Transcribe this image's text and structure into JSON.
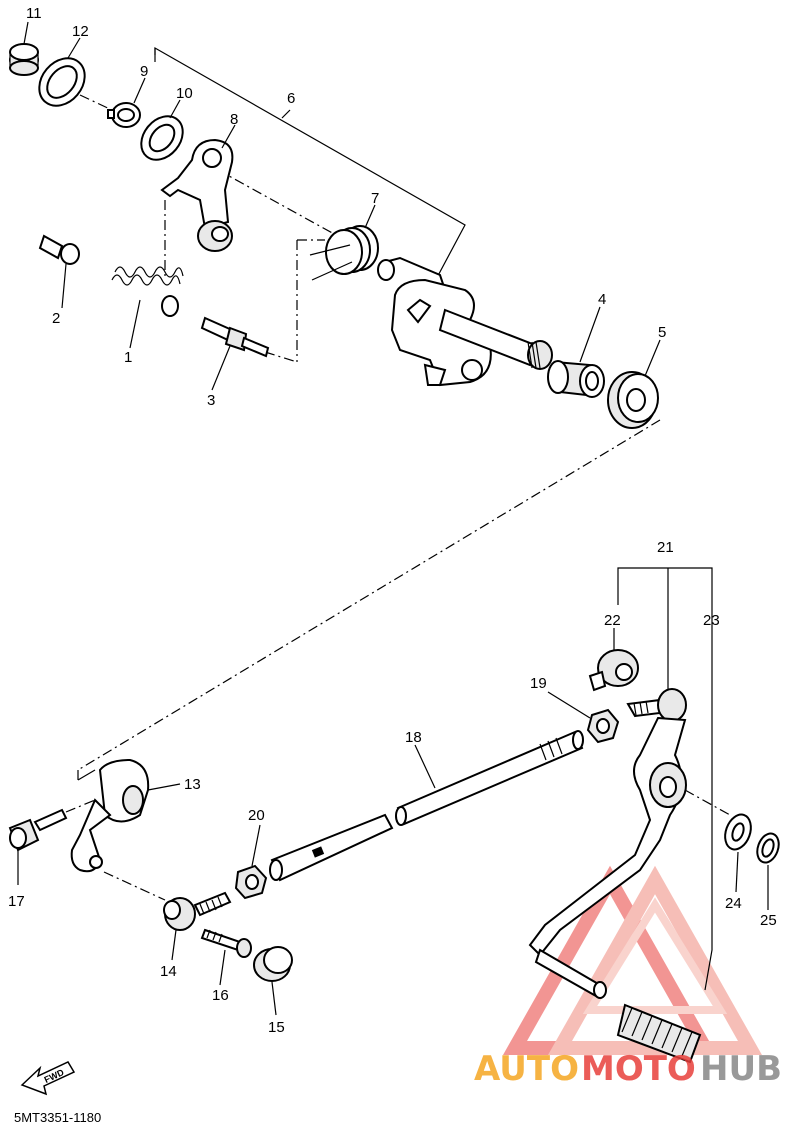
{
  "diagram_code": "5MT3351-1180",
  "fwd_label": "FWD",
  "watermark": {
    "part1": "AUTO",
    "part2": "MOTO",
    "part3": "HUB"
  },
  "callouts": {
    "n1": "1",
    "n2": "2",
    "n3": "3",
    "n4": "4",
    "n5": "5",
    "n6": "6",
    "n7": "7",
    "n8": "8",
    "n9": "9",
    "n10": "10",
    "n11": "11",
    "n12": "12",
    "n13": "13",
    "n14": "14",
    "n15": "15",
    "n16": "16",
    "n17": "17",
    "n18": "18",
    "n19": "19",
    "n20": "20",
    "n21": "21",
    "n22": "22",
    "n23": "23",
    "n24": "24",
    "n25": "25"
  },
  "colors": {
    "watermark_orange": "#f5a623",
    "watermark_red": "#e8403c",
    "watermark_gray": "#888888"
  }
}
